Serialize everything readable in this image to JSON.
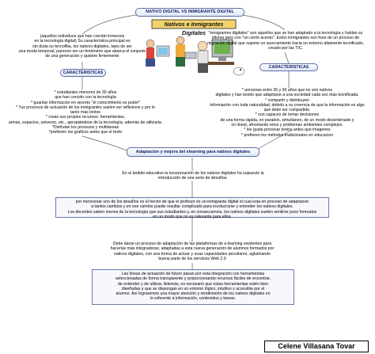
{
  "map": {
    "title": "NATIVO DIGITAL VS INMIGRANTE DIGITAL",
    "image_caption": "Nativos e Inmigrantes Digitales",
    "native_definition": "(aquellos individuos que han crecido inmersos\nen la tecnología digital) Su característica principal es\nsin duda su tecnofilia, los nativos digitales, lejos de ser\nuna moda temporal, parecen ser un fenómeno que abarca el conjunto\nde una generación y quiebre firmemente",
    "immigrant_definition": "\"inmigrantes digitales\" son aquellos que se han adaptado a la tecnología y hablan su\nidioma pero con \"un cierto acento\". Estos inmigrantes son fruto de un proceso de\nmigración digital que supone un acercamiento hacia un entorno altamente tecnificado,\ncreado por las TIC.",
    "characteristics_left_label": "CARACTERISTICAS",
    "characteristics_right_label": "CARACTERISTICAS",
    "characteristics_left_text": "* estudiantes menores de 30 años\nque han crecido con la tecnología\n* guardar informacion en secreto \"el conocimiento es poder\"\n* Tus procesos de actuación de los inmigrantes suelen ser reflexivos y por lo\ntanto más lentos\n* crean sus propios recursos: herramientas,\narmas, espacios, universo, etc., apropiándose de la tecnología, además de utilizarla.\n*Disfrutan los procesos y multitareas\n*prefieren los graficos antes que el texto",
    "characteristics_right_text": "* personas entre 35 y 55 años que no son nativos\ndigitales y han tenido que adaptarse a una sociedad cada vez más tecnificada.\n* compartir y distribuyen\ninformación con toda naturalidad, debido a su creencia de que la información es algo\nque debe ser compartido.\n* son capaces de tomar decisiones\nde una forma rápida, en paralelo, simultaneo, de un modo desordenado y\nno lineal, afrontando retos y problemas ambientes complejos.\n* les gusta procesar textos antes que imagenes\n* prefieren los métodos tradicionales en educacion",
    "adaptation_label": "Adaptación y mejora del elearning para nativos digitales",
    "intro_text": "En el ámbito educativo la incorporación de los nativos digitales ha supuesto la\nintroducción de una serie de desafíos.",
    "challenge_text": "por mencionar uno de los desafíos es el hecho de que el profesor es un inmigrante digital el cual esta en proceso de adaptacion\na tantos cambios y en ese camino puede resultar complicado para involucrarse y entender los nativos digitales.\nLos docentes saben menos de la tecnología que sus estudiantes y, en consecuencia, los nativos digitales suelen sentirse poco formados\nen un modo que no es relevante para ellos.",
    "process_text": "Debe darse un proceso de adaptación de las plataformas de e-learning existentes para\nhacerlas más integradoras, adaptadas a esta nueva generación de alumnos formados por\nnativos digitales, con una forma de actuar y unas capacidades peculiares, aglutinando\nbuena parte de los servicios Web 2.0",
    "future_text": "Las líneas de actuación de futuro pasan por esta integración con herramientas\nseleccionadas de forma transparente y proporcionando recursos fáciles de encontrar,\nde entender y de utilizar. Además, es necesario que estas herramientas estén bien\ndiseñadas y que se dispongan en un entorno lógico, intuitivo y accesible por el\nalumno. Así lograremos una mayor atención y rendimiento de los nativos digitales en\nlo referente a información, contenidos y tareas.",
    "author": "Celene Villasana Tovar"
  },
  "colors": {
    "link_line": "#5a5a5a",
    "pill_border": "#5b6fa8",
    "pill_text": "#0a1a6a",
    "box_border": "#6a78a8"
  }
}
